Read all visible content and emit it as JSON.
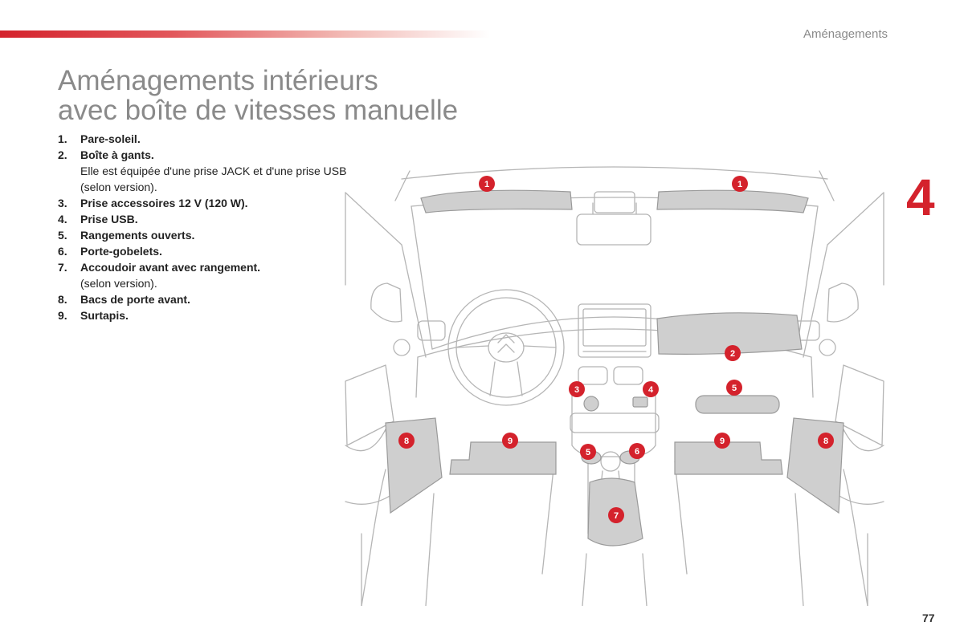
{
  "header": {
    "section": "Aménagements",
    "chapter": "4",
    "page_number": "77"
  },
  "title": {
    "line1": "Aménagements intérieurs",
    "line2": "avec boîte de vitesses manuelle"
  },
  "items": [
    {
      "num": "1.",
      "label": "Pare-soleil.",
      "detail": ""
    },
    {
      "num": "2.",
      "label": "Boîte à gants.",
      "detail": "Elle est équipée d'une prise JACK et d'une prise USB (selon version)."
    },
    {
      "num": "3.",
      "label": "Prise accessoires 12 V (120 W).",
      "detail": ""
    },
    {
      "num": "4.",
      "label": "Prise USB.",
      "detail": ""
    },
    {
      "num": "5.",
      "label": "Rangements ouverts.",
      "detail": ""
    },
    {
      "num": "6.",
      "label": "Porte-gobelets.",
      "detail": ""
    },
    {
      "num": "7.",
      "label": "Accoudoir avant avec rangement.",
      "detail": "(selon version)."
    },
    {
      "num": "8.",
      "label": "Bacs de porte avant.",
      "detail": ""
    },
    {
      "num": "9.",
      "label": "Surtapis.",
      "detail": ""
    }
  ],
  "diagram": {
    "callouts": [
      {
        "label": "1"
      },
      {
        "label": "1"
      },
      {
        "label": "2"
      },
      {
        "label": "3"
      },
      {
        "label": "4"
      },
      {
        "label": "5"
      },
      {
        "label": "5"
      },
      {
        "label": "6"
      },
      {
        "label": "7"
      },
      {
        "label": "8"
      },
      {
        "label": "8"
      },
      {
        "label": "9"
      },
      {
        "label": "9"
      }
    ]
  },
  "colors": {
    "accent": "#d4222c",
    "callout": "#d4222c",
    "title": "#8a8a8a",
    "line_art": "#b5b5b5",
    "highlight_fill": "#c9c9c9"
  }
}
